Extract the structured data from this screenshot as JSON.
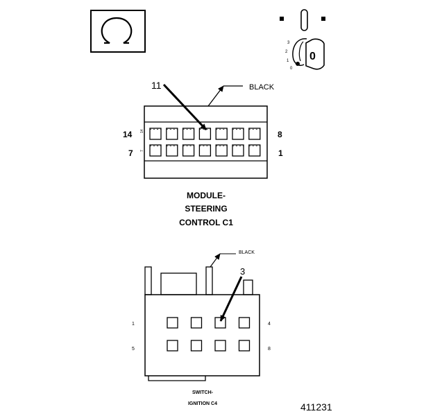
{
  "diagram": {
    "top_connector": {
      "color_label": "BLACK",
      "pointer_pin": "11",
      "row_top_left": "14",
      "row_top_right": "8",
      "row_bottom_left": "7",
      "row_bottom_right": "1",
      "side_mark_top": "14",
      "side_mark_bottom": "7",
      "caption_line1": "MODULE-",
      "caption_line2": "STEERING",
      "caption_line3": "CONTROL C1",
      "pins_per_row": 7
    },
    "key_icon": {
      "positions": [
        "3",
        "2",
        "1",
        "0"
      ],
      "key_text": "0"
    },
    "bottom_connector": {
      "color_label": "BLACK",
      "pointer_pin": "3",
      "row_top_left": "1",
      "row_top_right": "4",
      "row_bottom_left": "5",
      "row_bottom_right": "8",
      "caption_line1": "SWITCH-",
      "caption_line2": "IGNITION C4",
      "pins_per_row": 4
    },
    "figure_number": "411231",
    "icons": {
      "connector_symbol": "omega-connector-icon",
      "ignition": "ignition-key-icon"
    }
  }
}
